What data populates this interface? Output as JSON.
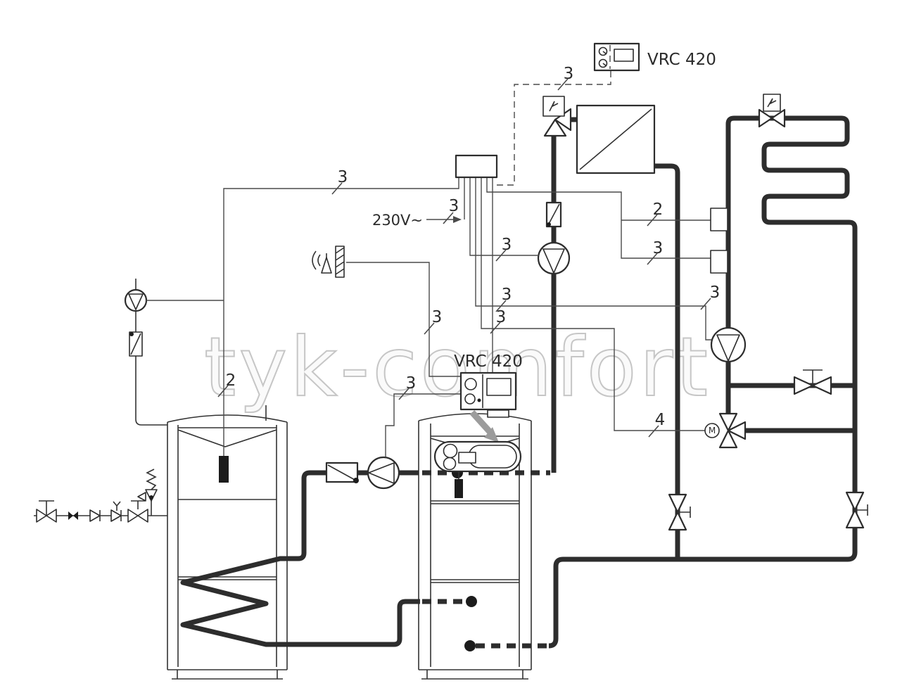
{
  "watermark": "tyk-comfort",
  "controllers": {
    "remote": {
      "label": "VRC 420"
    },
    "boiler": {
      "label": "VRC 420"
    }
  },
  "power": {
    "label": "230V~"
  },
  "wire_labels": {
    "bus": "3",
    "sensor": "2",
    "mixer_wire": "4"
  },
  "motor": {
    "label": "M"
  },
  "colors": {
    "pipe": "#2d2d2d",
    "wire": "#4a4a4a",
    "line": "#333333",
    "watermark": "#c4c4c4",
    "arrow": "#9c9c9c",
    "label": "#2b2b2b",
    "bg": "#ffffff"
  }
}
